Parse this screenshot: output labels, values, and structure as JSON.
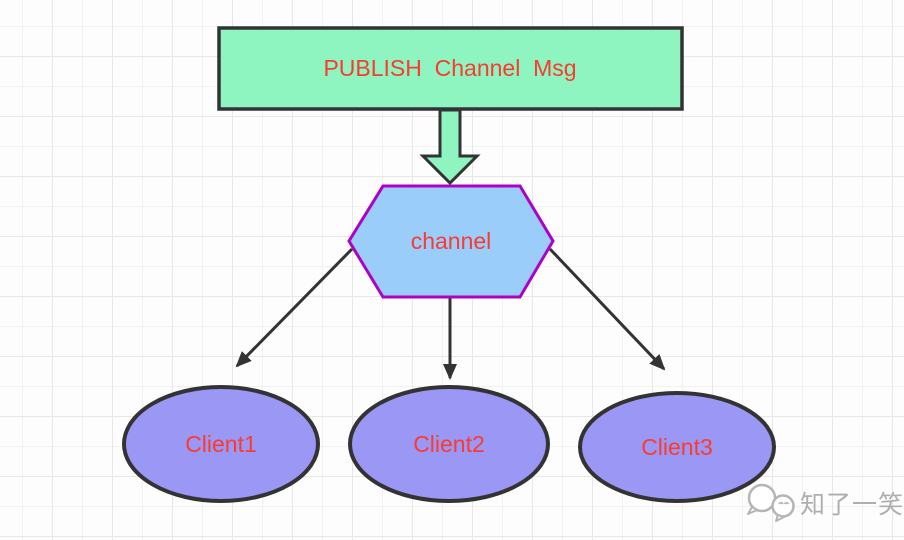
{
  "diagram": {
    "publish_box": {
      "label": "PUBLISH  Channel  Msg"
    },
    "channel_hex": {
      "label": "channel"
    },
    "clients": [
      {
        "label": "Client1"
      },
      {
        "label": "Client2"
      },
      {
        "label": "Client3"
      }
    ],
    "watermark": {
      "text": "知了一笑"
    }
  },
  "colors": {
    "box_fill": "#8ef5c0",
    "hexagon_fill": "#9acdfa",
    "hexagon_stroke": "#ab02c6",
    "ellipse_fill": "#9b97f4",
    "dark_stroke": "#333333",
    "label_red": "#f93b31",
    "grid_line": "#ececec",
    "watermark_gray": "#aeaeae"
  }
}
